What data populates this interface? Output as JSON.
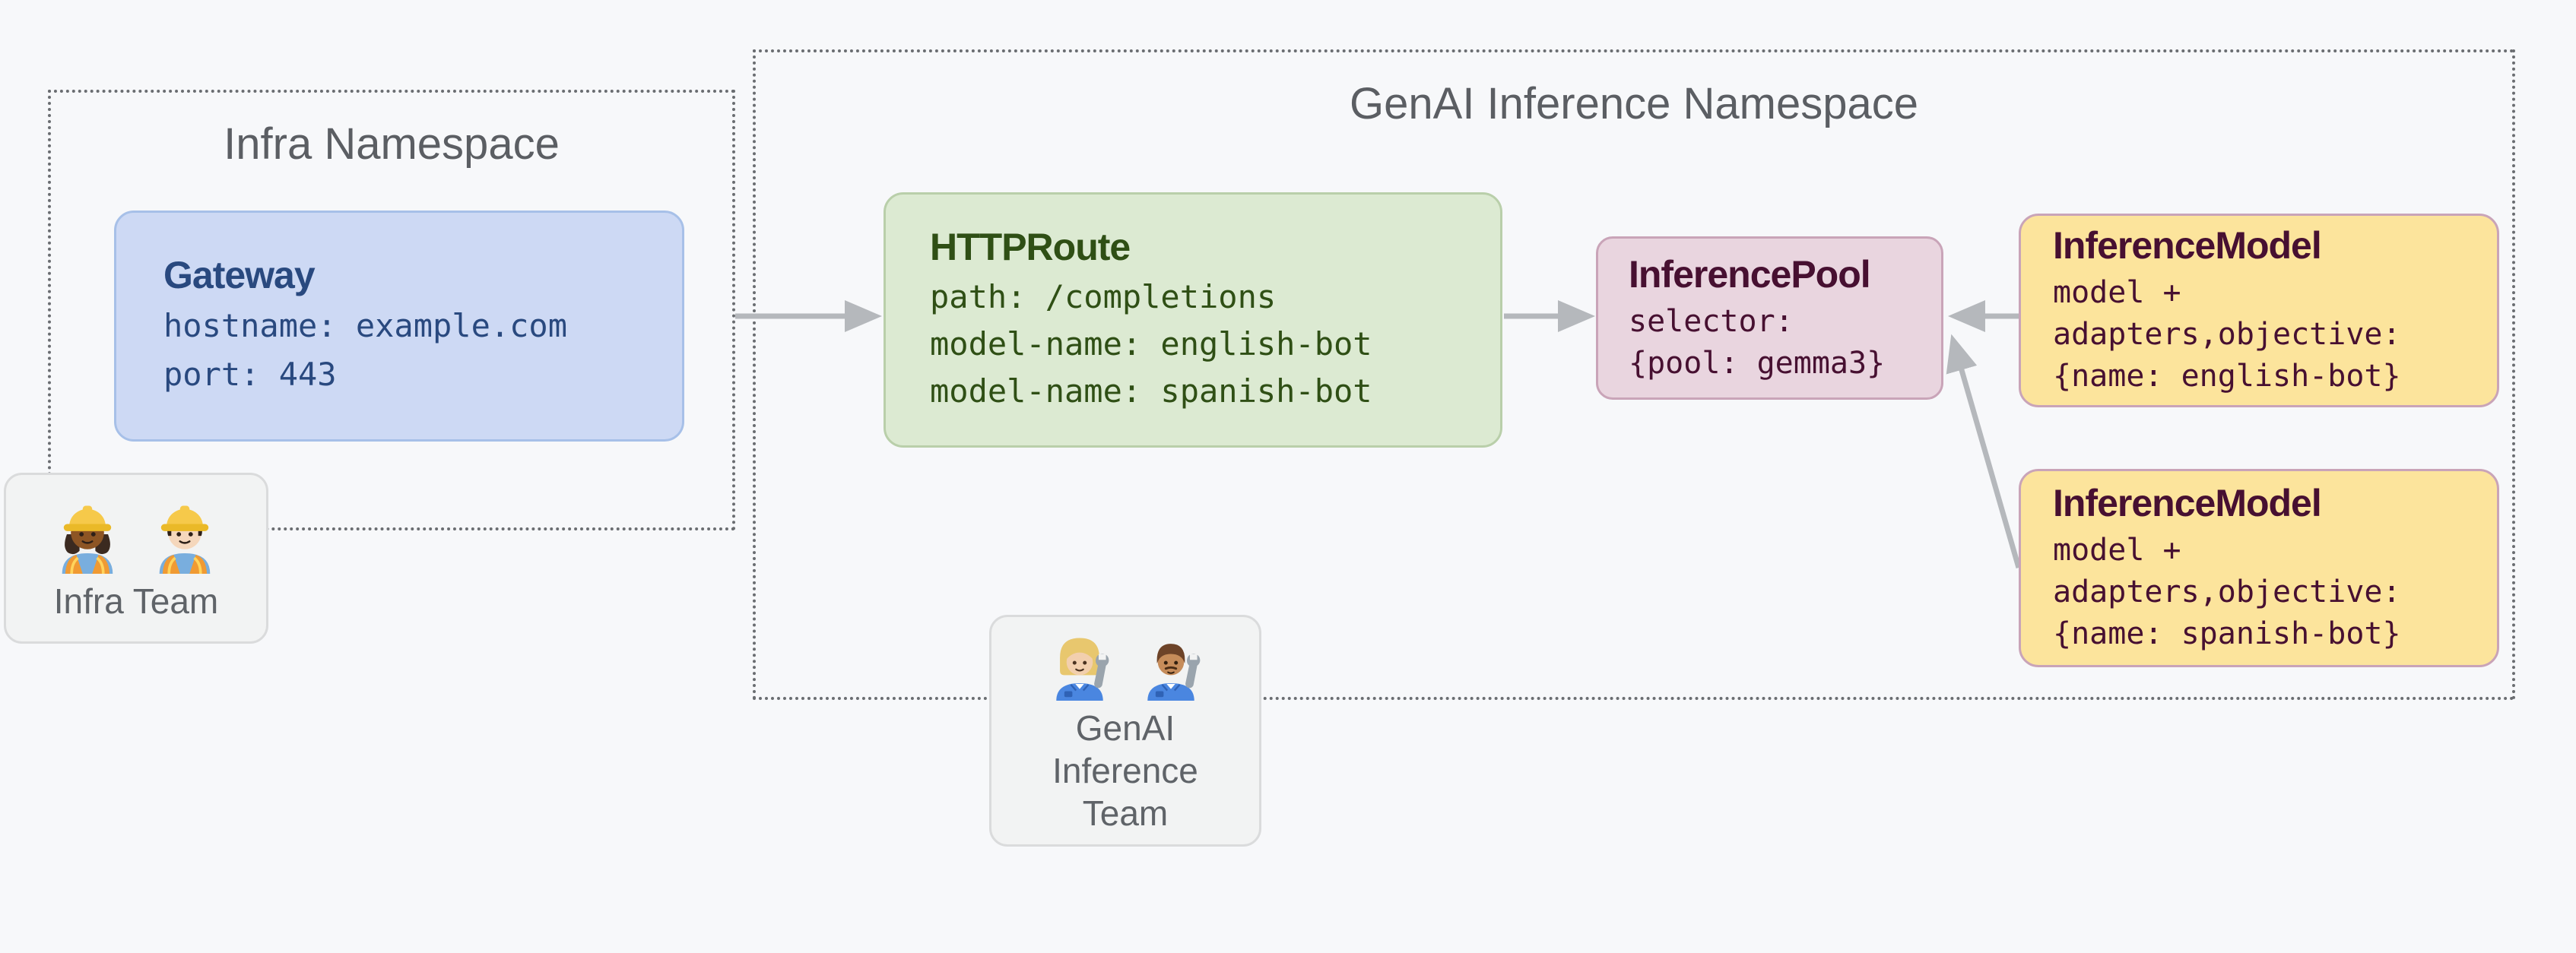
{
  "namespaces": {
    "infra": {
      "title": "Infra Namespace"
    },
    "genai": {
      "title": "GenAI Inference Namespace"
    }
  },
  "nodes": {
    "gateway": {
      "title": "Gateway",
      "lines": [
        "hostname: example.com",
        "port: 443"
      ]
    },
    "httproute": {
      "title": "HTTPRoute",
      "lines": [
        "path: /completions",
        "model-name: english-bot",
        "model-name: spanish-bot"
      ]
    },
    "inference_pool": {
      "title": "InferencePool",
      "lines": [
        "selector:",
        "{pool: gemma3}"
      ]
    },
    "inference_model_english": {
      "title": "InferenceModel",
      "lines": [
        "model +",
        "adapters,objective:",
        "{name: english-bot}"
      ]
    },
    "inference_model_spanish": {
      "title": "InferenceModel",
      "lines": [
        "model +",
        "adapters,objective:",
        "{name: spanish-bot}"
      ]
    }
  },
  "teams": {
    "infra": {
      "label": "Infra Team",
      "emojis": [
        "woman-construction-worker-emoji",
        "man-construction-worker-emoji"
      ]
    },
    "genai": {
      "label": "GenAI\nInference\nTeam",
      "emojis": [
        "woman-mechanic-emoji",
        "man-mechanic-emoji"
      ]
    }
  },
  "edges": [
    {
      "from": "infra-namespace",
      "to": "httproute"
    },
    {
      "from": "httproute",
      "to": "inference_pool"
    },
    {
      "from": "inference_model_english",
      "to": "inference_pool"
    },
    {
      "from": "inference_model_spanish",
      "to": "inference_pool"
    }
  ],
  "colors": {
    "background": "#f7f8fa",
    "gateway_fill": "#cdd9f4",
    "gateway_border": "#a7c0e8",
    "gateway_text": "#29497f",
    "httproute_fill": "#dcead2",
    "httproute_border": "#b9cfaa",
    "httproute_text": "#2f4f15",
    "pool_fill": "#e9d5df",
    "pool_border": "#c9a4b8",
    "pool_text": "#471031",
    "model_fill": "#fce49c",
    "model_border": "#c9a4b8",
    "model_text": "#471031",
    "team_fill": "#f2f3f3",
    "team_border": "#dadbdc",
    "namespace_title_text": "#5b5e63",
    "team_label_text": "#5f6368",
    "arrow": "#b5b8bc",
    "dotted_border": "#6a6d71"
  }
}
